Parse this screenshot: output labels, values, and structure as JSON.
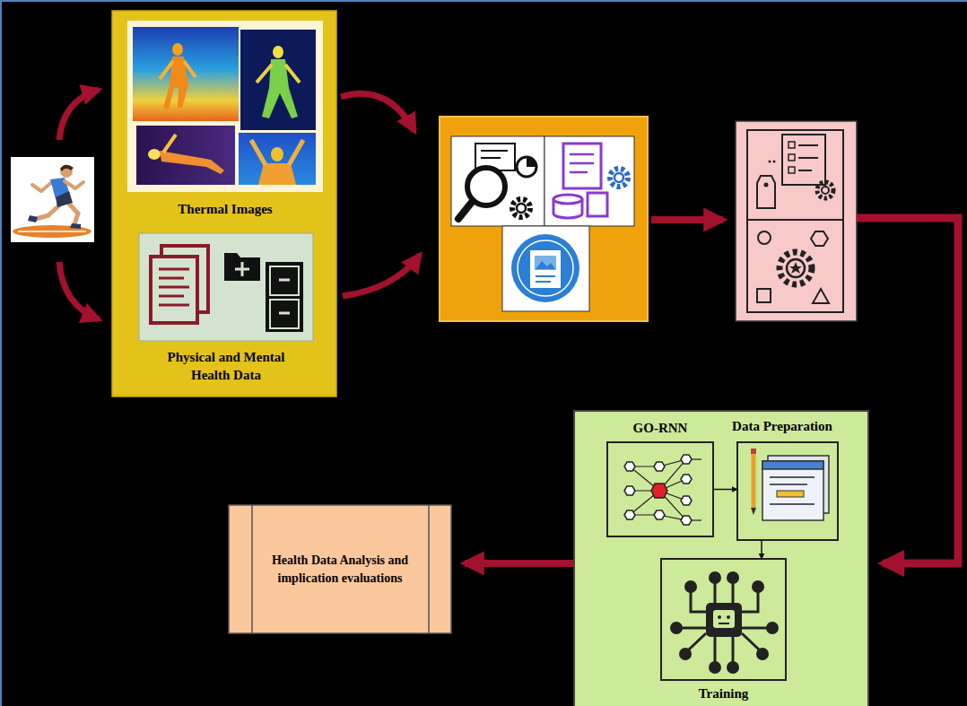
{
  "diagram": {
    "nodes": [
      {
        "text": [
          "Thermal Images"
        ]
      },
      {
        "text": [
          "Physical and Mental Health Data"
        ]
      },
      {
        "text": [
          "GO-RNN"
        ]
      },
      {
        "text": [
          "Data Preparation"
        ]
      },
      {
        "text": [
          "Training"
        ]
      },
      {
        "text": [
          "Health Data Analysis and implication evaluations"
        ]
      }
    ],
    "edges": [
      {
        "from": 2,
        "to": 3,
        "arrow": "to"
      },
      {
        "from": 3,
        "to": 4,
        "arrow": "to"
      }
    ]
  }
}
